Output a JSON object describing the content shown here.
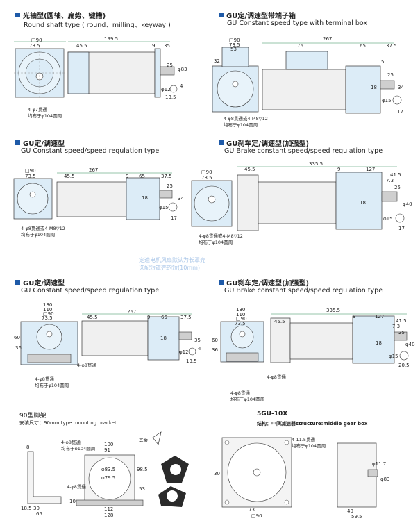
{
  "sections": {
    "s1": {
      "title_cn": "光轴型(圆轴、扁势、键槽)",
      "title_en": "Round shaft type ( round、milling、keyway )"
    },
    "s2": {
      "title_cn": "GU定/调速型带端子箱",
      "title_en": "GU Constant speed type with terminal box"
    },
    "s3": {
      "title_cn": "GU定/调速型",
      "title_en": "GU Constant speed/speed regulation type"
    },
    "s4": {
      "title_cn": "GU刹车定/调速型(加强型)",
      "title_en": "GU Brake constant speed/speed regulation type"
    },
    "s5": {
      "title_cn": "GU定/调速型",
      "title_en": "GU Constant speed/speed regulation type"
    },
    "s6": {
      "title_cn": "GU刹车定/调速型(加强型)",
      "title_en": "GU Brake constant speed/speed regulation type"
    },
    "s7": {
      "title_cn": "90型脚架",
      "title_en": "安装尺寸：90mm type mounting bracket"
    },
    "s8": {
      "title_cn": "5GU-10X",
      "title_en": "结构：中间减速器structure:middle gear box"
    }
  },
  "watermark": {
    "line1": "定速电机风扇默认为长罩壳",
    "line2": "选配短罩壳的短(10mm)"
  },
  "dims": {
    "d90": "□90",
    "d73_5": "73.5",
    "d199_5": "199.5",
    "d45_5": "45.5",
    "d9": "9",
    "d35": "35",
    "d25": "25",
    "dphi83": "φ83",
    "dphi12": "φ12",
    "d4": "4",
    "d13_5": "13.5",
    "d267": "267",
    "d76": "76",
    "d65": "65",
    "d37_5": "37.5",
    "d53": "53",
    "d32": "32",
    "d5": "5",
    "d18": "18",
    "dphi15": "φ15",
    "d17": "17",
    "d34": "34",
    "d335_5": "335.5",
    "d127": "127",
    "d41_5": "41.5",
    "d7_3": "7.3",
    "dphi40": "φ40",
    "d130": "130",
    "d110": "110",
    "d60": "60",
    "d36": "36",
    "d20_5": "20.5",
    "d8": "8",
    "d100": "100",
    "d91": "91",
    "d98_5": "98.5",
    "d112": "112",
    "d128": "128",
    "d10": "10",
    "d18_5": "18.5",
    "d30": "30",
    "dphi83b": "φ83.5",
    "dphi79": "φ79.5",
    "d11_7": "φ11.7",
    "d40": "40",
    "d59_5": "59.5",
    "d73": "73",
    "d30b": "30"
  },
  "notes": {
    "holes7": "4-φ7贯通",
    "pcd104": "均布于φ104圆周",
    "holes8m": "4-φ8贯通或4-M8▽12",
    "holes8": "4-φ8贯通",
    "holes11": "4-11.5贯通",
    "other": "其余"
  }
}
